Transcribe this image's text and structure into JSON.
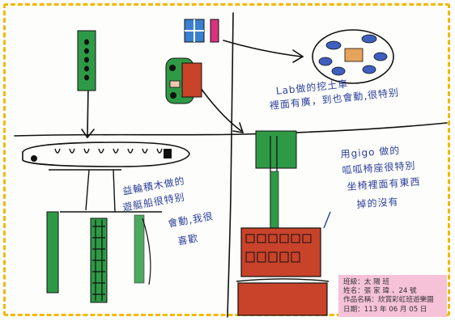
{
  "drawing": {
    "caption_top_right": [
      "Lab做的挖土車",
      "裡面有廣，到也會動,很特别"
    ],
    "caption_bottom_left": [
      "益輪積木做的",
      "遊艇船很特别",
      "會動,我很",
      "喜歡"
    ],
    "caption_bottom_right": [
      "用gigo 做的",
      "呱呱椅座很特別",
      "坐椅裡面有東西",
      "掉的沒有"
    ]
  },
  "label_card": {
    "class_line": "班級：太 陽 班",
    "name_line": "姓名：張 家 瑋 、24 號",
    "title_line": "作品名稱：欣賞彩虹班遊樂園",
    "date_line": "日期：113 年 06 月 05 日"
  },
  "colors": {
    "border": "#f2b800",
    "label_bg": "#f6c2d8",
    "ink_blue": "#2b3f9c",
    "green": "#2f9a45",
    "red": "#c9422a"
  }
}
